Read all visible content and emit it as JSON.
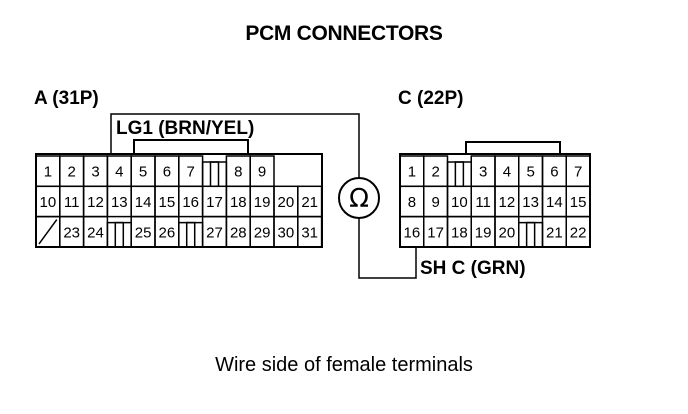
{
  "title": "PCM CONNECTORS",
  "caption": "Wire side of female terminals",
  "connector_a": {
    "label": "A (31P)",
    "rows": [
      [
        "1",
        "2",
        "3",
        "4",
        "5",
        "6",
        "7",
        "",
        "8",
        "9"
      ],
      [
        "10",
        "11",
        "12",
        "13",
        "14",
        "15",
        "16",
        "17",
        "18",
        "19",
        "20",
        "21"
      ],
      [
        "/",
        "23",
        "24",
        "",
        "25",
        "26",
        "",
        "27",
        "28",
        "29",
        "30",
        "31"
      ]
    ]
  },
  "connector_c": {
    "label": "C (22P)",
    "rows": [
      [
        "1",
        "2",
        "",
        "3",
        "4",
        "5",
        "6",
        "7"
      ],
      [
        "8",
        "9",
        "10",
        "11",
        "12",
        "13",
        "14",
        "15"
      ],
      [
        "16",
        "17",
        "18",
        "19",
        "20",
        "",
        "21",
        "22"
      ]
    ]
  },
  "wire_a": {
    "label": "LG1 (BRN/YEL)"
  },
  "wire_c": {
    "label": "SH C (GRN)"
  },
  "meter_symbol": "Ω"
}
